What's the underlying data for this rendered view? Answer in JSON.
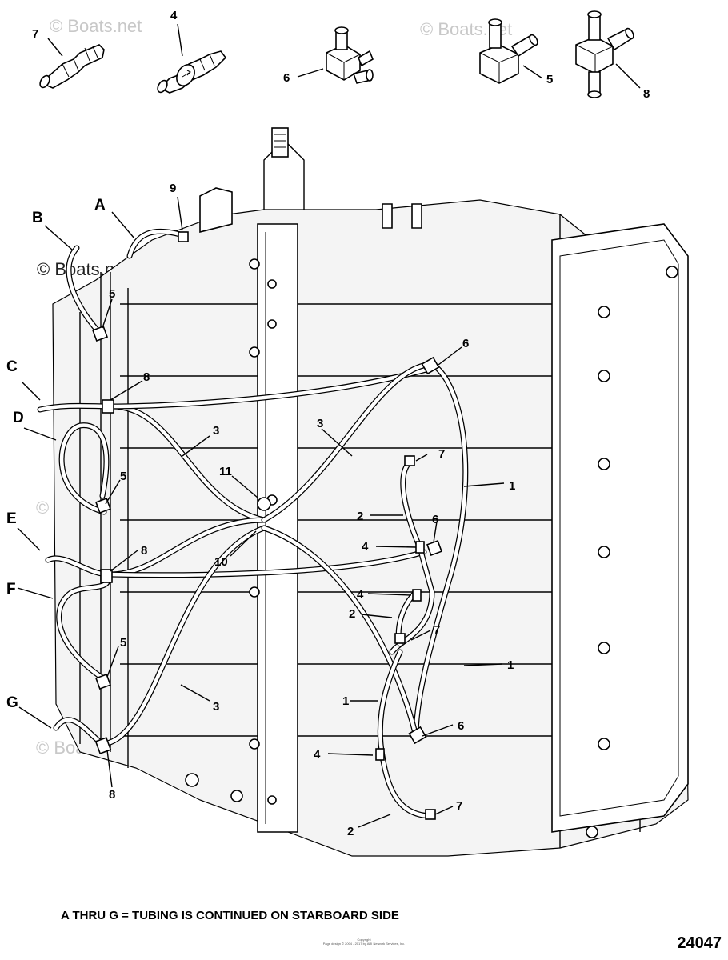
{
  "watermark": "© Boats.net",
  "footnote": "A THRU G = TUBING IS CONTINUED ON STARBOARD SIDE",
  "figure_number": "24047",
  "copyright_line1": "Copyright",
  "copyright_line2": "Page design © 2004 - 2017 by ARI Network Services, Inc.",
  "part_labels": {
    "p1": "1",
    "p2": "2",
    "p3": "3",
    "p4": "4",
    "p5": "5",
    "p6": "6",
    "p7": "7",
    "p8": "8",
    "p9": "9",
    "p10": "10",
    "p11": "11"
  },
  "tube_labels": {
    "A": "A",
    "B": "B",
    "C": "C",
    "D": "D",
    "E": "E",
    "F": "F",
    "G": "G"
  }
}
